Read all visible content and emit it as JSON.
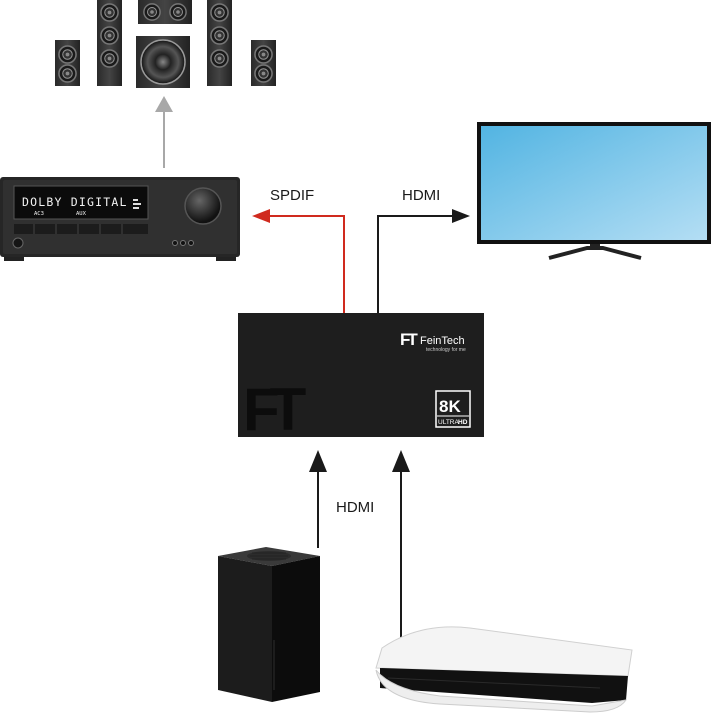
{
  "labels": {
    "spdif": "SPDIF",
    "hdmi_out": "HDMI",
    "hdmi_in": "HDMI"
  },
  "receiver": {
    "display_main": "DOLBY DIGITAL",
    "display_sub_left": "AC3",
    "display_sub_right": "AUX"
  },
  "switch_box": {
    "brand_name": "FeinTech",
    "brand_tagline": "technology for me",
    "badge_top": "8K",
    "badge_bottom_a": "ULTRA",
    "badge_bottom_b": "HD",
    "logo_mark": "FT"
  },
  "colors": {
    "spdif_line": "#d02a1e",
    "hdmi_line": "#1a1a1a",
    "speaker_arrow": "#a8a8a8",
    "box": "#1e1e1e",
    "tv_screen_top": "#58b8e4",
    "tv_screen_bottom": "#a8d8f2"
  },
  "icons": [
    "speaker-icon",
    "subwoofer-icon",
    "av-receiver-icon",
    "tv-icon",
    "hdmi-extractor-icon",
    "xbox-console-icon",
    "playstation-console-icon"
  ]
}
